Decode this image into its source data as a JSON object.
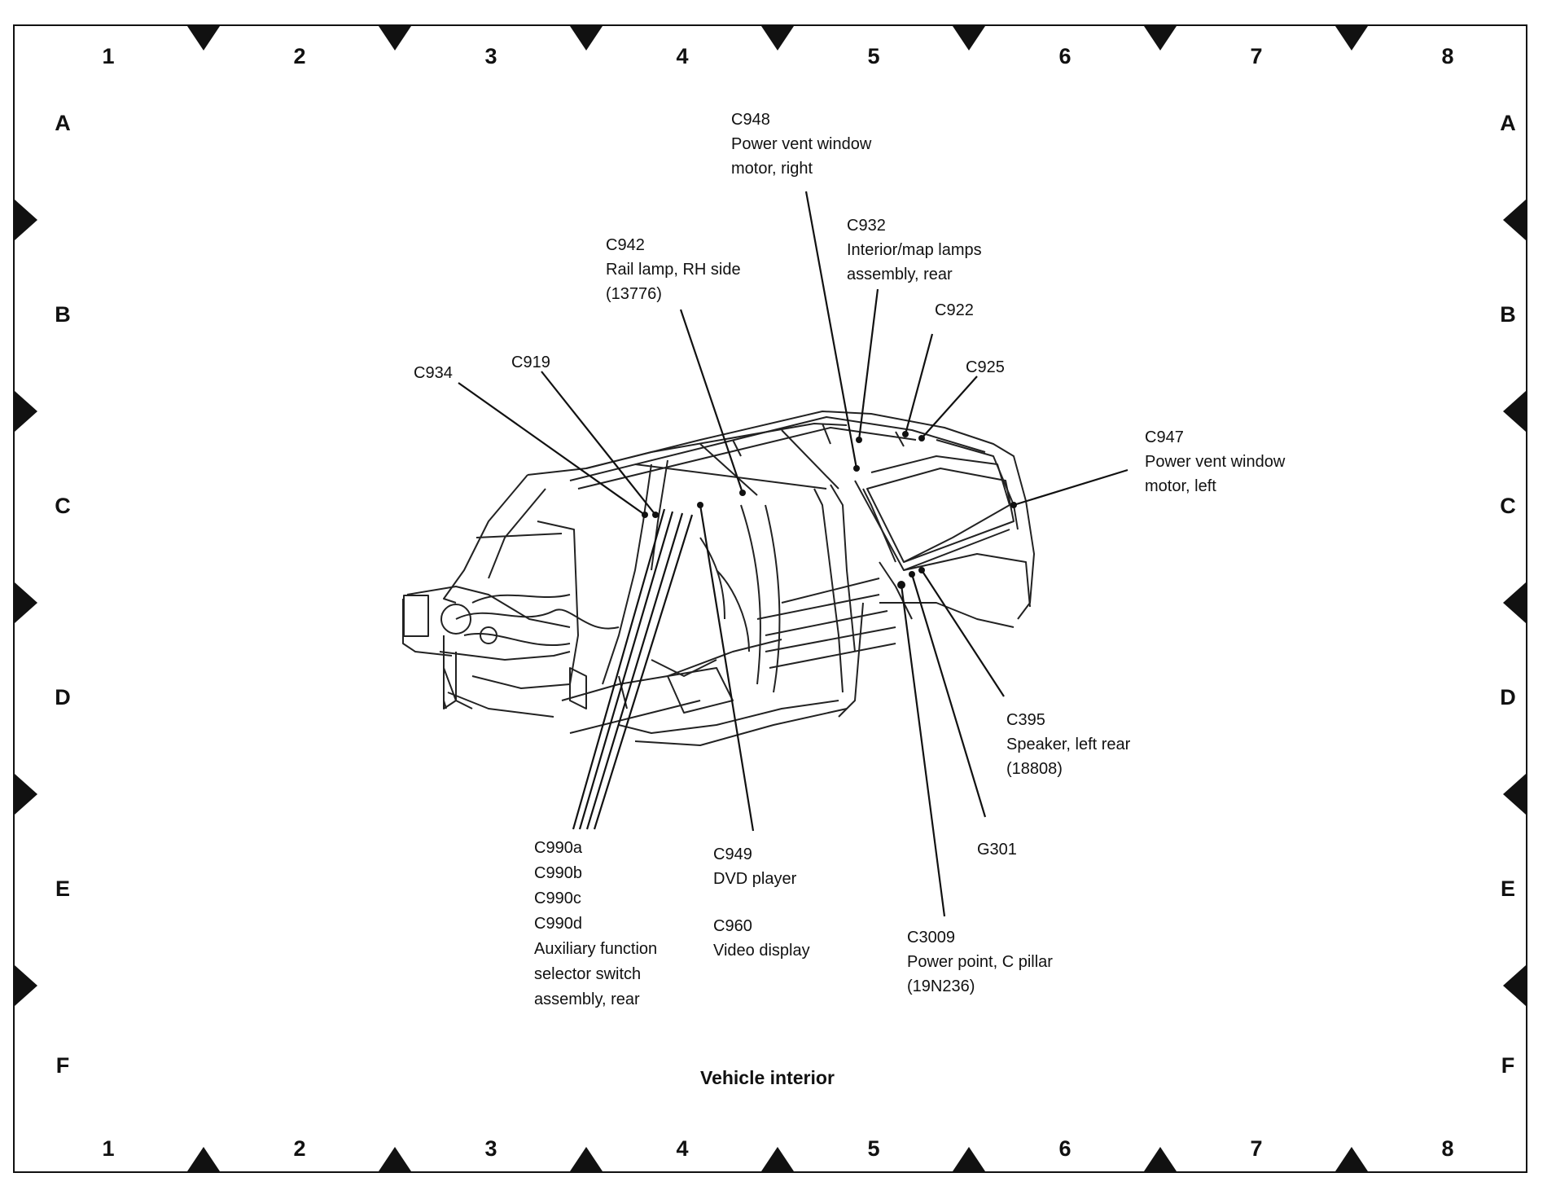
{
  "grid": {
    "columns": [
      "1",
      "2",
      "3",
      "4",
      "5",
      "6",
      "7",
      "8"
    ],
    "rows": [
      "A",
      "B",
      "C",
      "D",
      "E",
      "F"
    ]
  },
  "title": "Vehicle interior",
  "callouts": {
    "c948": {
      "code": "C948",
      "l1": "Power vent window",
      "l2": "motor, right"
    },
    "c932": {
      "code": "C932",
      "l1": "Interior/map lamps",
      "l2": "assembly, rear"
    },
    "c942": {
      "code": "C942",
      "l1": "Rail lamp, RH side",
      "l2": "(13776)"
    },
    "c922": {
      "code": "C922"
    },
    "c925": {
      "code": "C925"
    },
    "c934": {
      "code": "C934"
    },
    "c919": {
      "code": "C919"
    },
    "c947": {
      "code": "C947",
      "l1": "Power vent window",
      "l2": "motor, left"
    },
    "c395": {
      "code": "C395",
      "l1": "Speaker, left rear",
      "l2": "(18808)"
    },
    "g301": {
      "code": "G301"
    },
    "c990": {
      "a": "C990a",
      "b": "C990b",
      "c": "C990c",
      "d": "C990d",
      "l1": "Auxiliary function",
      "l2": "selector switch",
      "l3": "assembly, rear"
    },
    "c949": {
      "code": "C949",
      "l1": "DVD player"
    },
    "c960": {
      "code": "C960",
      "l1": "Video display"
    },
    "c3009": {
      "code": "C3009",
      "l1": "Power point, C pillar",
      "l2": "(19N236)"
    }
  }
}
